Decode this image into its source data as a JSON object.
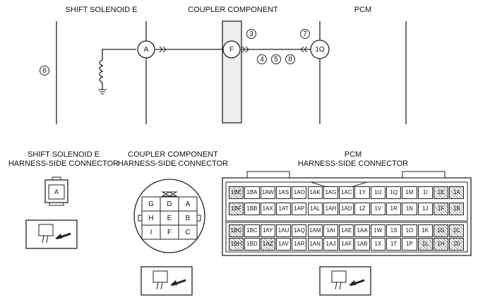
{
  "titles": {
    "shift_solenoid": "SHIFT SOLENOID E",
    "coupler": "COUPLER COMPONENT",
    "pcm": "PCM"
  },
  "terminals": {
    "a": "A",
    "f": "F",
    "o": "1O"
  },
  "callouts": {
    "c3": "3",
    "c4": "4",
    "c5": "5",
    "c6": "6",
    "c7": "7",
    "c8": "8"
  },
  "connectors": {
    "solenoid_caption": [
      "SHIFT SOLENOID E",
      "HARNESS-SIDE CONNECTOR"
    ],
    "solenoid_pin": "A",
    "coupler_caption": [
      "COUPLER COMPONENT",
      "HARNESS-SIDE CONNECTOR"
    ],
    "coupler_pins": [
      [
        "G",
        "D",
        "A"
      ],
      [
        "H",
        "E",
        "B"
      ],
      [
        "I",
        "F",
        "C"
      ]
    ],
    "pcm_caption": [
      "PCM",
      "HARNESS-SIDE CONNECTOR"
    ],
    "pcm_rows": [
      [
        "1BE",
        "1BA",
        "1AW",
        "1AS",
        "1AO",
        "1AK",
        "1AG",
        "1AC",
        "1Y",
        "1U",
        "1Q",
        "1M",
        "1I",
        "1E",
        "1A"
      ],
      [
        "1BF",
        "1BB",
        "1AX",
        "1AT",
        "1AP",
        "1AL",
        "1AH",
        "1AD",
        "1Z",
        "1V",
        "1R",
        "1N",
        "1J",
        "1F",
        "1B"
      ],
      [
        "1BG",
        "1BC",
        "1AY",
        "1AU",
        "1AQ",
        "1AM",
        "1AI",
        "1AE",
        "1AA",
        "1W",
        "1S",
        "1O",
        "1K",
        "1G",
        "1C"
      ],
      [
        "1BH",
        "1BD",
        "1AZ",
        "1AV",
        "1AR",
        "1AN",
        "1AJ",
        "1AF",
        "1AB",
        "1X",
        "1T",
        "1P",
        "1L",
        "1H",
        "1D"
      ]
    ]
  }
}
